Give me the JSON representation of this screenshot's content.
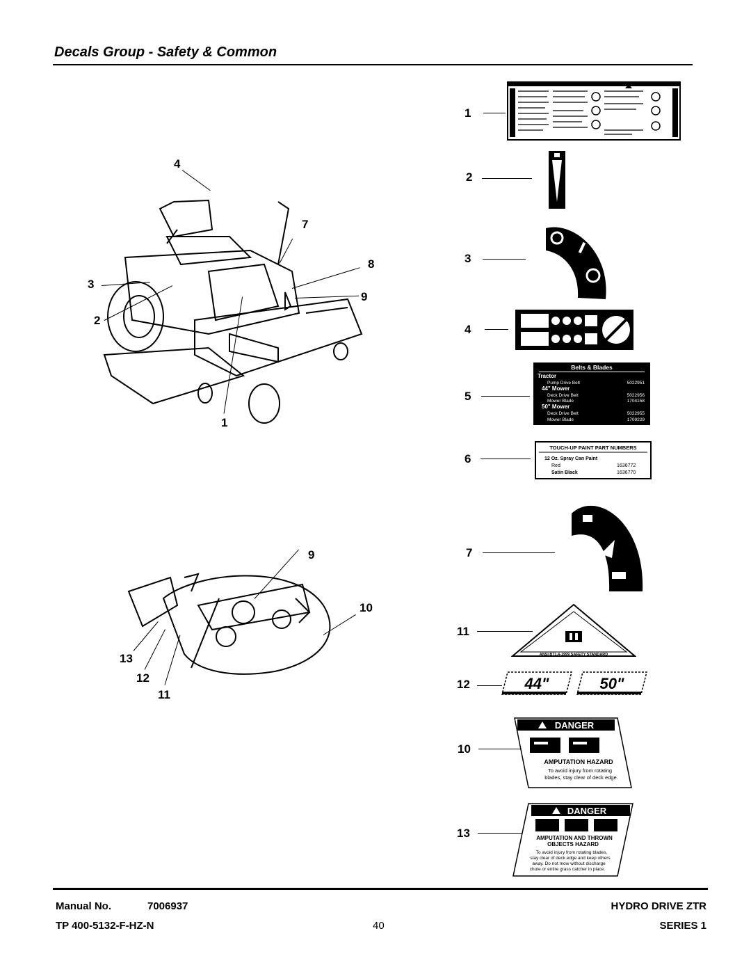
{
  "header": {
    "title": "Decals Group - Safety & Common"
  },
  "footer": {
    "manual_label": "Manual No.",
    "manual_number": "7006937",
    "tp_code": "TP 400-5132-F-HZ-N",
    "page_number": "40",
    "product": "HYDRO DRIVE ZTR",
    "series": "SERIES 1"
  },
  "tractor_callouts": {
    "c4": "4",
    "c7": "7",
    "c8": "8",
    "c3": "3",
    "c9": "9",
    "c2": "2",
    "c1": "1"
  },
  "deck_callouts": {
    "c9": "9",
    "c10": "10",
    "c13": "13",
    "c12": "12",
    "c11": "11"
  },
  "decal_callouts": {
    "d1": "1",
    "d2": "2",
    "d3": "3",
    "d4": "4",
    "d5": "5",
    "d6": "6",
    "d7": "7",
    "d11": "11",
    "d12": "12",
    "d10": "10",
    "d13": "13"
  },
  "decal5": {
    "heading": "Belts & Blades",
    "tractor": "Tractor",
    "pump": "Pump Drive Belt",
    "pump_no": "5022951",
    "mower44": "44\" Mower",
    "deck44": "Deck Drive Belt",
    "deck44_no": "5022956",
    "blade44": "Mower Blade",
    "blade44_no": "1704158",
    "mower50": "50\" Mower",
    "deck50": "Deck Drive Belt",
    "deck50_no": "5022955",
    "blade50": "Mower Blade",
    "blade50_no": "1709229"
  },
  "decal6": {
    "heading": "TOUCH-UP PAINT PART NUMBERS",
    "can": "12 Oz. Spray Can Paint",
    "red": "Red",
    "red_no": "1636772",
    "black": "Satin Black",
    "black_no": "1636770"
  },
  "decal11": {
    "text": "ANSI B71.4-1999 SAFETY STANDARD"
  },
  "decal12": {
    "size1": "44\"",
    "size2": "50\""
  },
  "decal10": {
    "danger": "DANGER",
    "hazard": "AMPUTATION HAZARD",
    "line1": "To avoid injury from rotating",
    "line2": "blades, stay clear of deck edge."
  },
  "decal13": {
    "danger": "DANGER",
    "hazard1": "AMPUTATION AND THROWN",
    "hazard2": "OBJECTS HAZARD",
    "line1": "To avoid injury from rotating blades,",
    "line2": "stay clear of deck edge and keep others",
    "line3": "away. Do not mow without discharge",
    "line4": "chute or entire grass catcher in place."
  }
}
